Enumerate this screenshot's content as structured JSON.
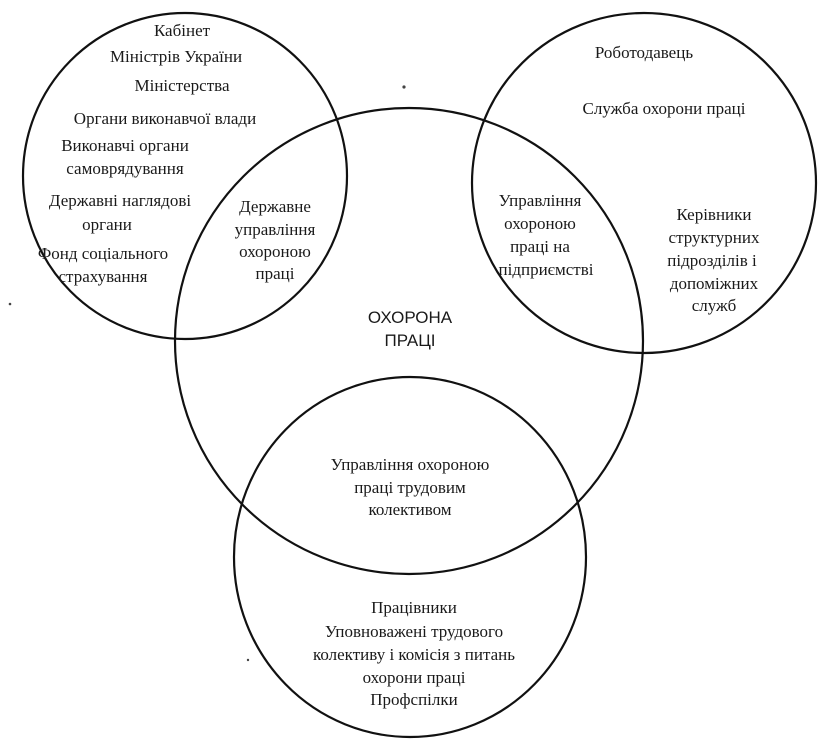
{
  "diagram": {
    "left_circle": {
      "lines": [
        "Кабінет",
        "Міністрів  України",
        "Міністерства",
        "Органи виконавчої влади",
        "Виконавчі органи",
        "самоврядування",
        "Державні наглядові",
        "органи",
        "Фонд соціального",
        "страхування"
      ]
    },
    "right_circle": {
      "employer": "Роботодавець",
      "service": "Служба охорони праці",
      "managers": [
        "Керівники",
        "структурних",
        "підрозділів  і",
        "допоміжних",
        "служб"
      ]
    },
    "bottom_circle": {
      "lines": [
        "Працівники",
        "Уповноважені трудового",
        "колективу і комісія з питань",
        "охорони праці",
        "Профспілки"
      ]
    },
    "center": {
      "lines": [
        "ОХОРОНА",
        "ПРАЦІ"
      ]
    },
    "intersections": {
      "state": [
        "Державне",
        "управління",
        "охороною",
        "праці"
      ],
      "enterprise": [
        "Управління",
        "охороною",
        "праці на",
        "підприємстві"
      ],
      "collective": [
        "Управління охороною",
        "праці трудовим",
        "колективом"
      ]
    }
  }
}
